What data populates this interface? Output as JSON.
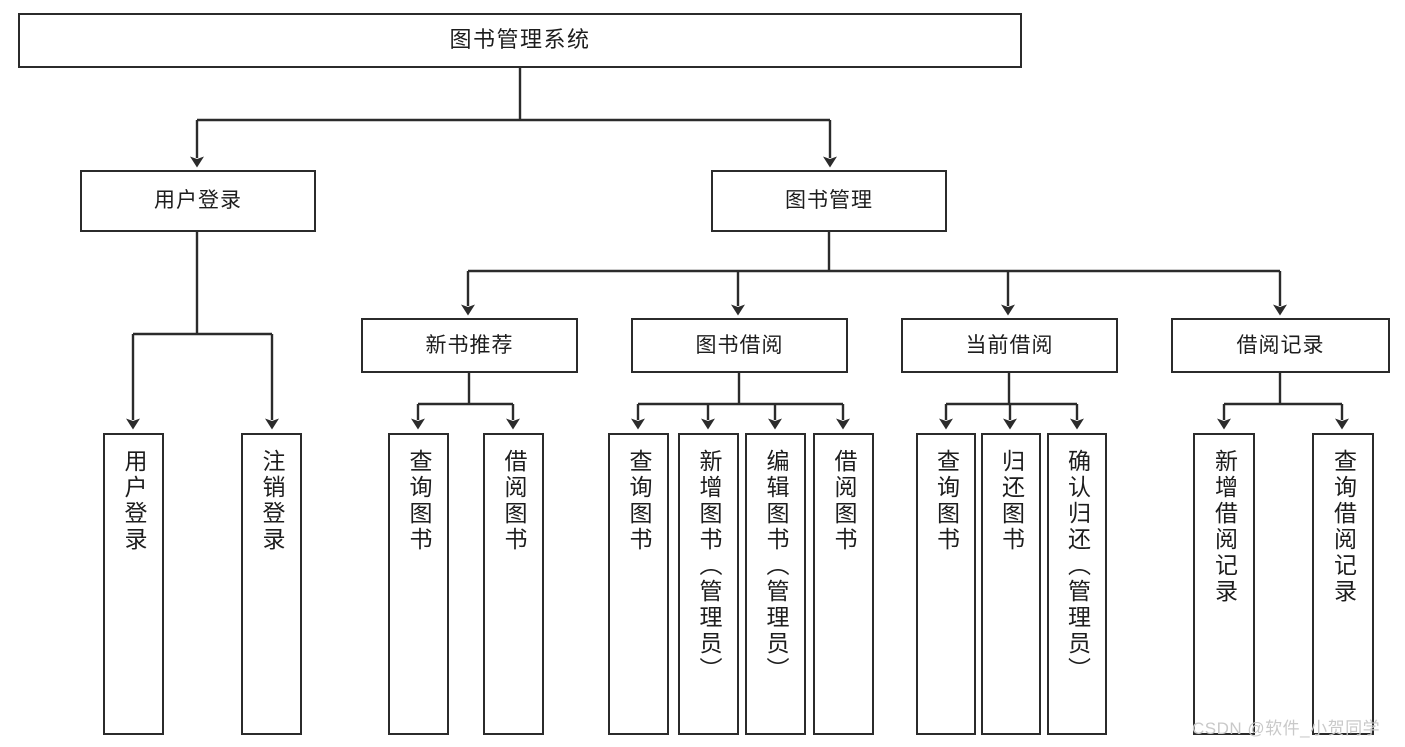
{
  "diagram": {
    "type": "tree",
    "title": "图书管理系统",
    "watermark": "CSDN @软件_小贺同学",
    "colors": {
      "node_border": "#2b2b2b",
      "node_fill": "#ffffff",
      "edge": "#2b2b2b",
      "text": "#1d1d1d",
      "watermark": "#c9c9c9",
      "background": "#ffffff"
    },
    "nodes": {
      "root": {
        "label": "图书管理系统"
      },
      "level2": [
        {
          "id": "user-login",
          "label": "用户登录"
        },
        {
          "id": "book-manage",
          "label": "图书管理"
        }
      ],
      "level3": [
        {
          "id": "new-book-recommend",
          "label": "新书推荐"
        },
        {
          "id": "book-borrow",
          "label": "图书借阅"
        },
        {
          "id": "current-borrow",
          "label": "当前借阅"
        },
        {
          "id": "borrow-record",
          "label": "借阅记录"
        }
      ],
      "leaves": [
        {
          "id": "leaf-user-login",
          "label": "用户登录",
          "parent": "user-login"
        },
        {
          "id": "leaf-logout",
          "label": "注销登录",
          "parent": "user-login"
        },
        {
          "id": "leaf-query-book-1",
          "label": "查询图书",
          "parent": "new-book-recommend"
        },
        {
          "id": "leaf-borrow-book-1",
          "label": "借阅图书",
          "parent": "new-book-recommend"
        },
        {
          "id": "leaf-query-book-2",
          "label": "查询图书",
          "parent": "book-borrow"
        },
        {
          "id": "leaf-add-book",
          "label": "新增图书（管理员）",
          "parent": "book-borrow"
        },
        {
          "id": "leaf-edit-book",
          "label": "编辑图书（管理员）",
          "parent": "book-borrow"
        },
        {
          "id": "leaf-borrow-book-2",
          "label": "借阅图书",
          "parent": "book-borrow"
        },
        {
          "id": "leaf-query-book-3",
          "label": "查询图书",
          "parent": "current-borrow"
        },
        {
          "id": "leaf-return-book",
          "label": "归还图书",
          "parent": "current-borrow"
        },
        {
          "id": "leaf-confirm-return",
          "label": "确认归还（管理员）",
          "parent": "current-borrow"
        },
        {
          "id": "leaf-add-record",
          "label": "新增借阅记录",
          "parent": "borrow-record"
        },
        {
          "id": "leaf-query-record",
          "label": "查询借阅记录",
          "parent": "borrow-record"
        }
      ]
    }
  }
}
